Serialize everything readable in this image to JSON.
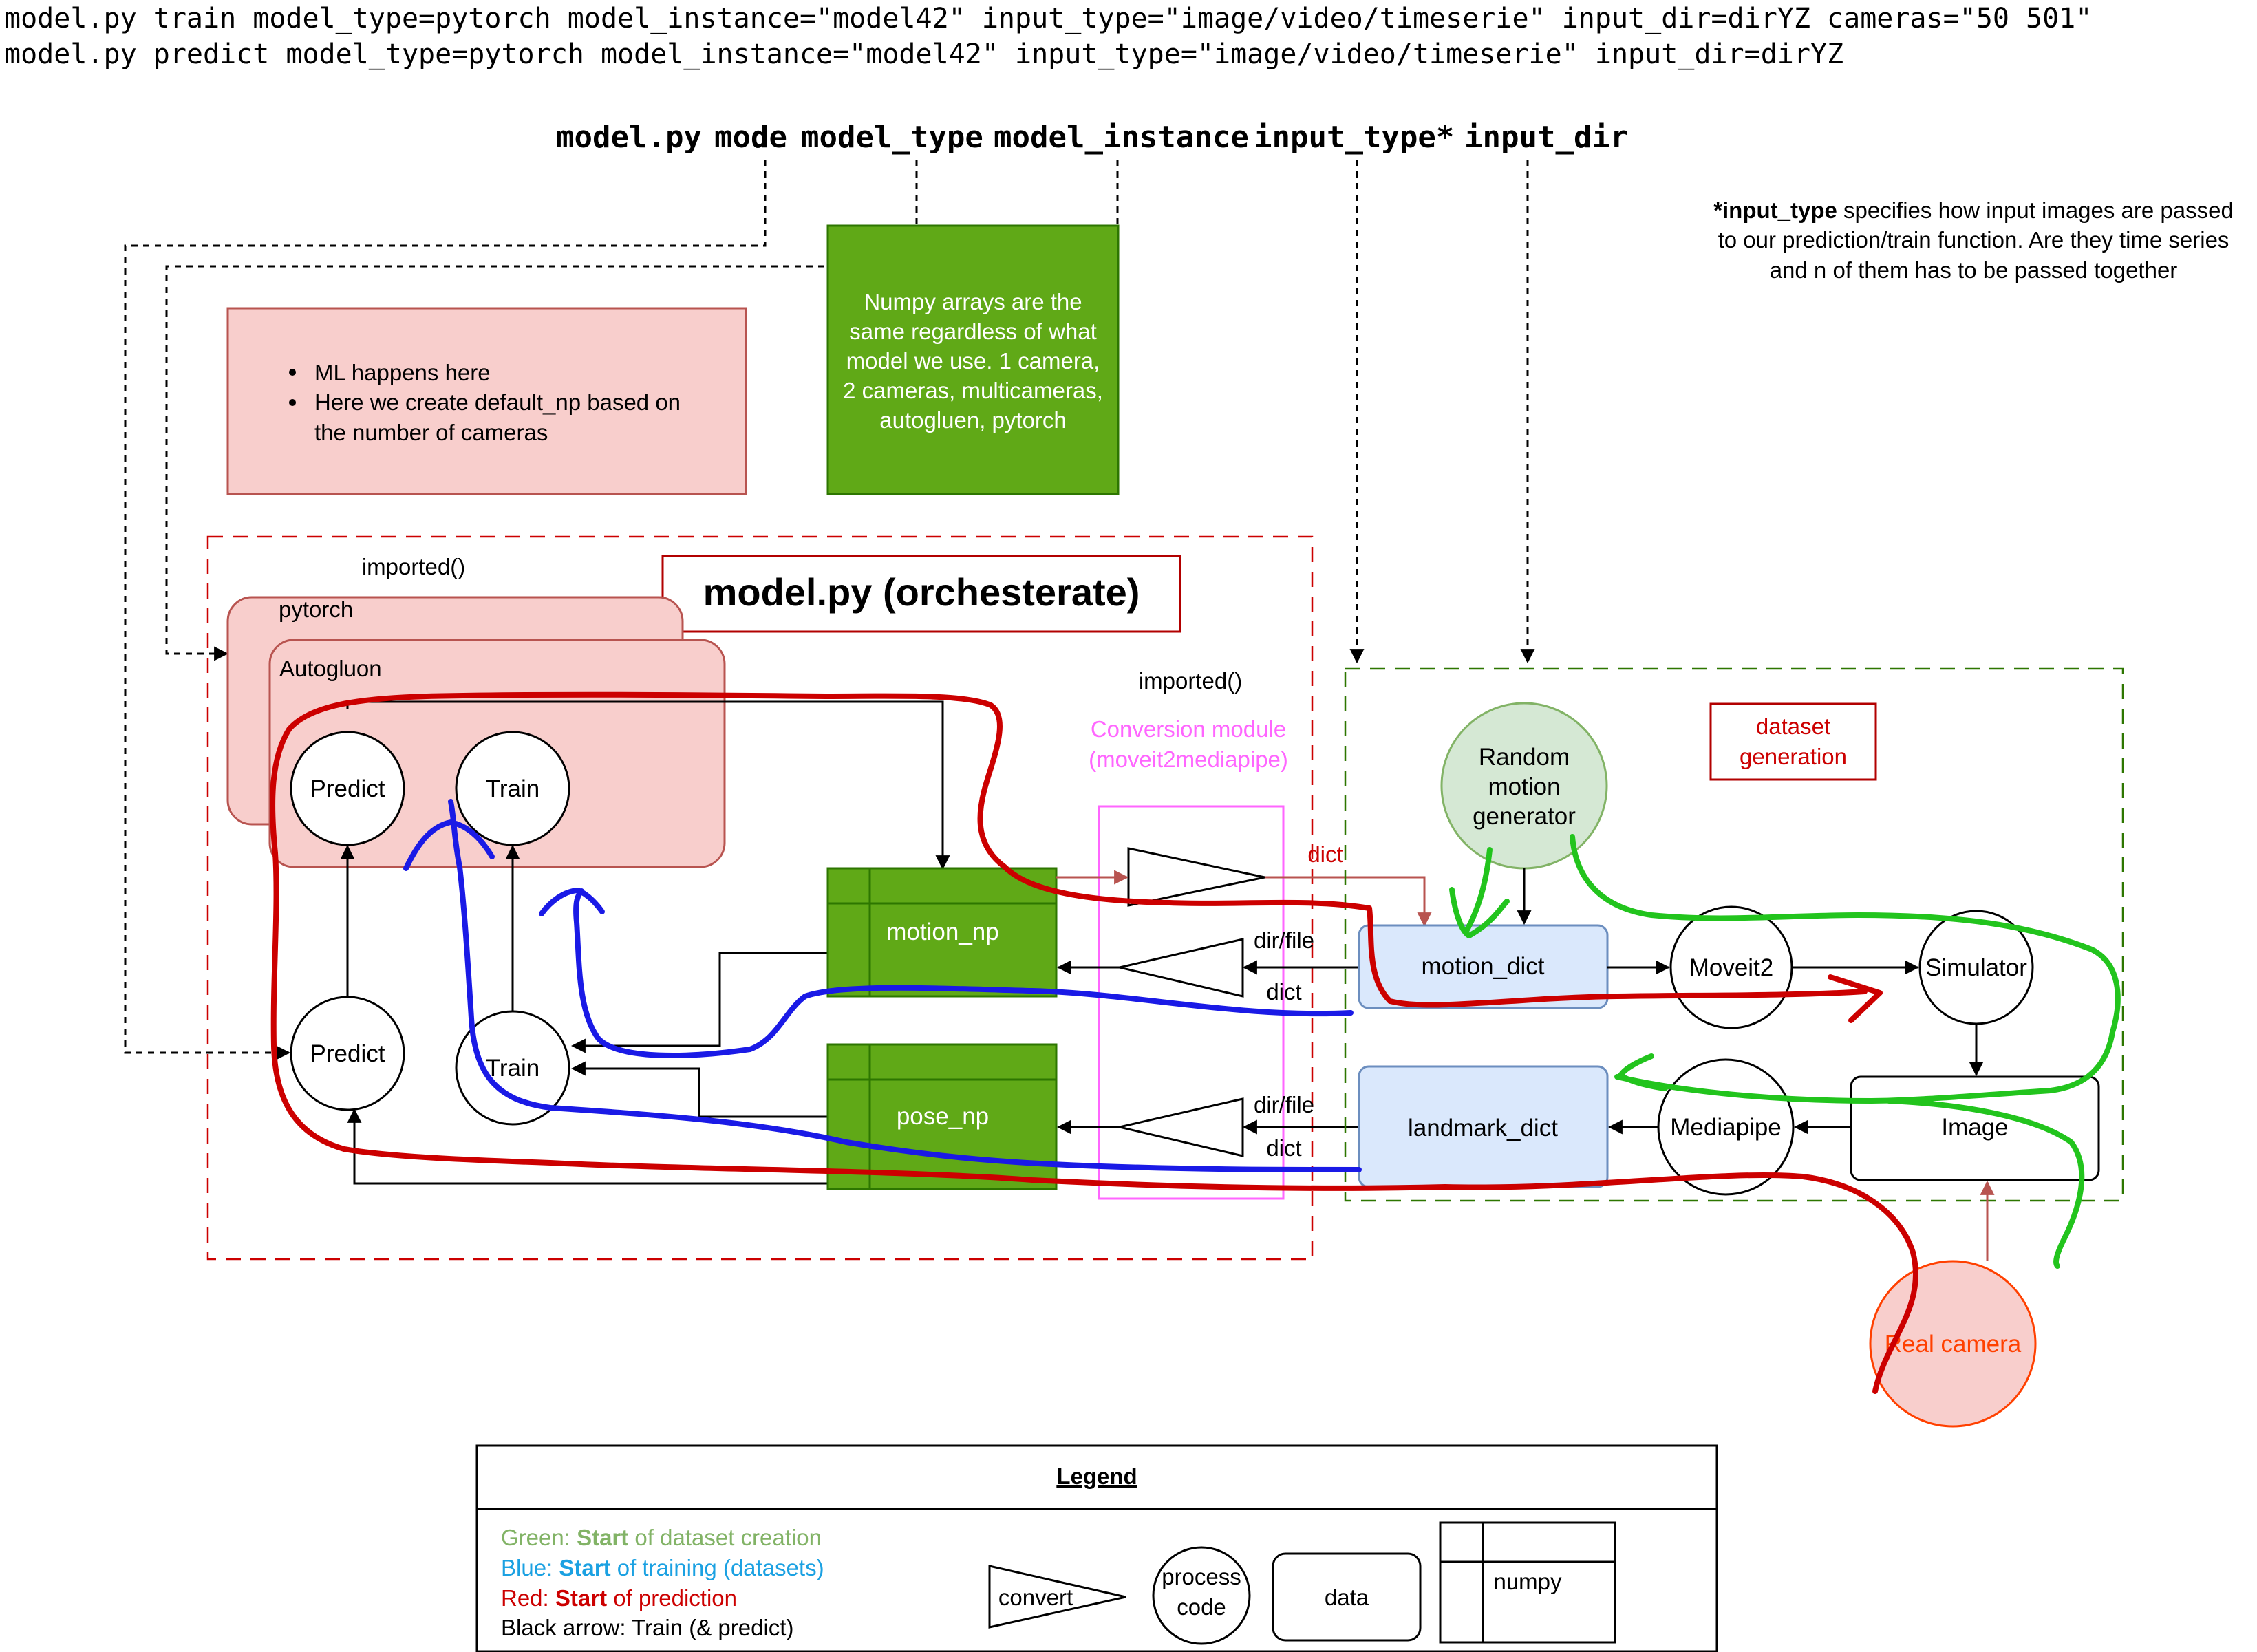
{
  "header": {
    "cmd_train": "model.py train model_type=pytorch model_instance=\"model42\" input_type=\"image/video/timeserie\" input_dir=dirYZ cameras=\"50 501\"",
    "cmd_predict": "model.py predict model_type=pytorch model_instance=\"model42\" input_type=\"image/video/timeserie\" input_dir=dirYZ",
    "args": {
      "script": "model.py",
      "mode": "mode",
      "model_type": "model_type",
      "model_instance": "model_instance",
      "input_type": "input_type*",
      "input_dir": "input_dir"
    }
  },
  "note": {
    "bold": "*input_type",
    "line1": " specifies how input images are passed",
    "line2": "to our prediction/train function. Are they time series",
    "line3": "and n of them has to be passed together"
  },
  "ml_note": {
    "bullet1": "ML happens here",
    "bullet2a": "Here we create default_np based on",
    "bullet2b": "the number of cameras"
  },
  "numpy_note": {
    "line1": "Numpy arrays are the",
    "line2": "same regardless of what",
    "line3": "model we use. 1 camera,",
    "line4": "2 cameras, multicameras,",
    "line5": "autogluen, pytorch"
  },
  "orchestrator": {
    "title": "model.py (orchesterate)",
    "imported_left": "imported()",
    "imported_conv": "imported()",
    "pytorch_label": "pytorch",
    "autogluon_label": "Autogluon",
    "predict_top": "Predict",
    "train_top": "Train",
    "predict_bottom": "Predict",
    "train_bottom": "Train",
    "motion_np": "motion_np",
    "pose_np": "pose_np",
    "conversion_line1": "Conversion module",
    "conversion_line2": "(moveit2mediapipe)",
    "dict_red": "dict",
    "dirfile_top": "dir/file",
    "dict_top": "dict",
    "dirfile_bottom": "dir/file",
    "dict_bottom": "dict"
  },
  "dataset": {
    "title_line1": "dataset",
    "title_line2": "generation",
    "random_line1": "Random",
    "random_line2": "motion",
    "random_line3": "generator",
    "motion_dict": "motion_dict",
    "landmark_dict": "landmark_dict",
    "moveit2": "Moveit2",
    "simulator": "Simulator",
    "mediapipe": "Mediapipe",
    "image": "Image",
    "real_camera": "Real camera"
  },
  "legend": {
    "title": "Legend",
    "green_prefix": "Green: ",
    "green_bold": "Start",
    "green_rest": " of dataset creation",
    "blue_prefix": "Blue: ",
    "blue_bold": "Start",
    "blue_rest": " of training (datasets)",
    "red_prefix": "Red: ",
    "red_bold": "Start",
    "red_rest": " of prediction",
    "black": "Black arrow: Train (& predict)",
    "convert": "convert",
    "process_line1": "process",
    "process_line2": "code",
    "data": "data",
    "numpy": "numpy"
  },
  "colors": {
    "green_annot": "#22c41d",
    "blue_annot": "#1a1ae6",
    "red_annot": "#cc0000",
    "pink_fill": "#f8cecc",
    "pink_stroke": "#b85450",
    "numpy_green": "#60a917",
    "numpy_stroke": "#2d7600",
    "blue_fill": "#dae8fc",
    "blue_stroke": "#6c8ebf",
    "magenta": "#ff66ff",
    "dataset_green": "#2d7600",
    "random_fill": "#d5e8d4",
    "random_stroke": "#82b366"
  }
}
